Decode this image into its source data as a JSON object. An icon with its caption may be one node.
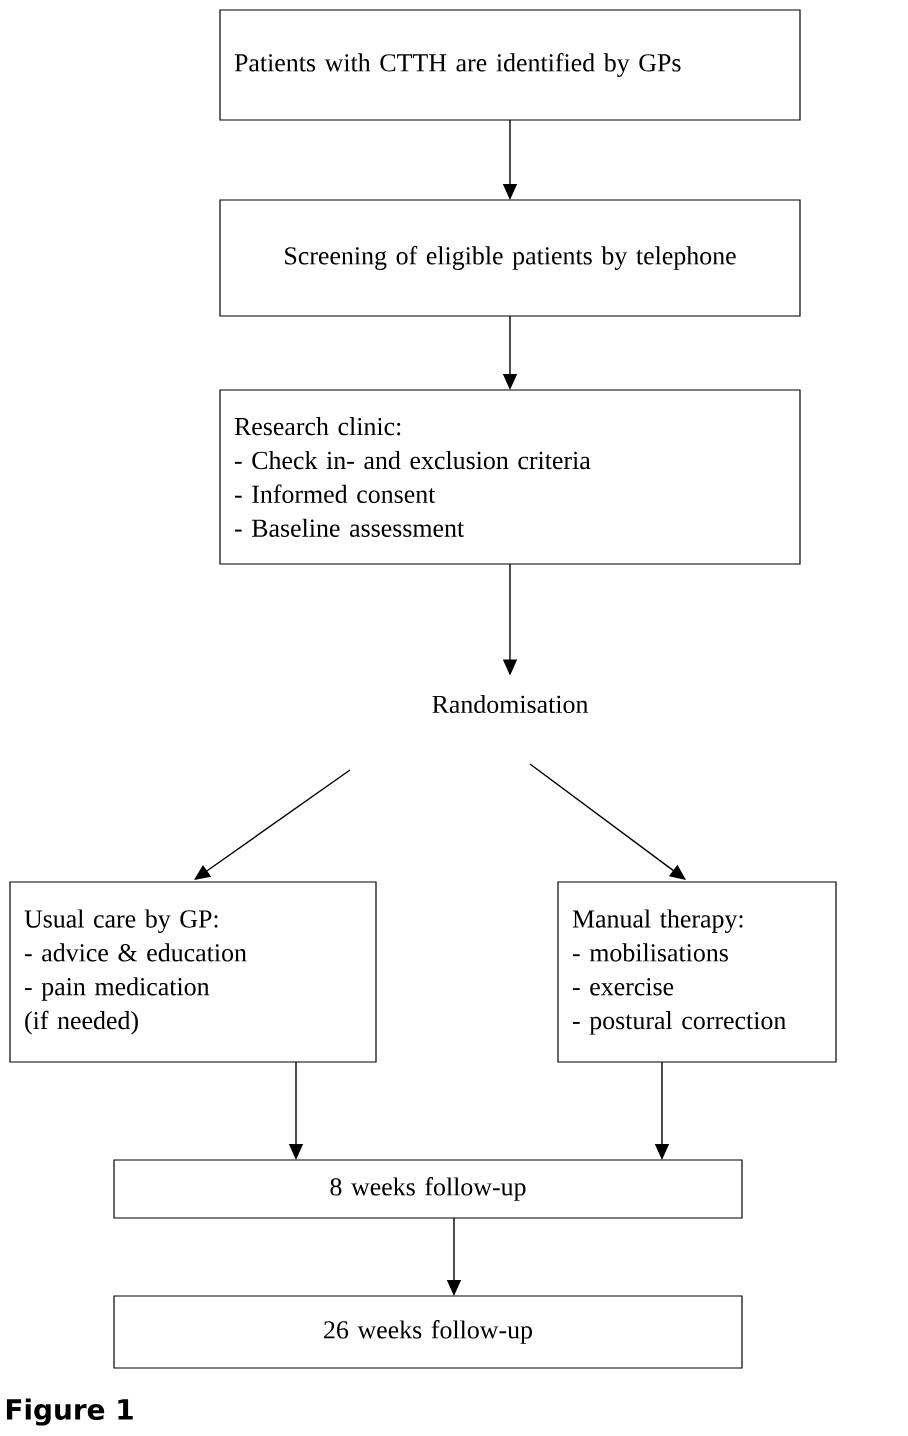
{
  "diagram": {
    "caption": "Figure 1",
    "nodes": [
      {
        "text": [
          "Patients with CTTH are identified by GPs"
        ]
      },
      {
        "text": [
          "Screening of eligible patients by telephone"
        ]
      },
      {
        "text": [
          "Research clinic:",
          "- Check in- and exclusion criteria",
          "- Informed consent",
          "- Baseline assessment"
        ]
      },
      {
        "text": [
          "Randomisation"
        ]
      },
      {
        "text": [
          "Usual care by GP:",
          "- advice & education",
          "- pain medication",
          "(if needed)"
        ]
      },
      {
        "text": [
          "Manual therapy:",
          "- mobilisations",
          "- exercise",
          "- postural correction"
        ]
      },
      {
        "text": [
          "8 weeks follow-up"
        ]
      },
      {
        "text": [
          "26 weeks follow-up"
        ]
      }
    ],
    "edges": [
      {
        "from": 0,
        "to": 1,
        "arrow": "to"
      },
      {
        "from": 1,
        "to": 2,
        "arrow": "to"
      },
      {
        "from": 2,
        "to": 3,
        "arrow": "to"
      },
      {
        "from": 3,
        "to": 4,
        "arrow": "to"
      },
      {
        "from": 3,
        "to": 5,
        "arrow": "to"
      },
      {
        "from": 4,
        "to": 6,
        "arrow": "to"
      },
      {
        "from": 5,
        "to": 6,
        "arrow": "to"
      },
      {
        "from": 6,
        "to": 7,
        "arrow": "to"
      }
    ]
  }
}
